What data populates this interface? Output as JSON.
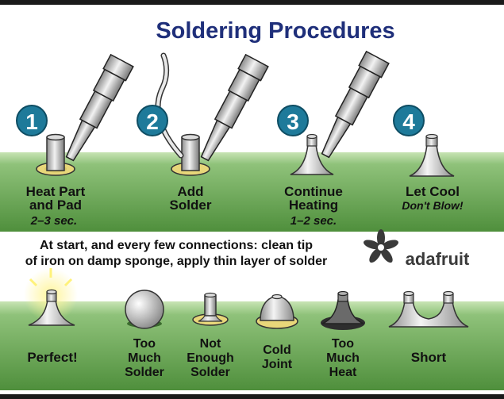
{
  "title": "Soldering Procedures",
  "steps": [
    {
      "number": "1",
      "label_lines": [
        "Heat Part",
        "and Pad"
      ],
      "detail": "2–3 sec."
    },
    {
      "number": "2",
      "label_lines": [
        "Add",
        "Solder"
      ],
      "detail": ""
    },
    {
      "number": "3",
      "label_lines": [
        "Continue",
        "Heating"
      ],
      "detail": "1–2 sec."
    },
    {
      "number": "4",
      "label_lines": [
        "Let Cool"
      ],
      "detail": "Don't Blow!"
    }
  ],
  "tip": {
    "line1": "At start, and every few connections: clean tip",
    "line2": "of iron on damp sponge, apply thin layer of solder"
  },
  "brand": {
    "name": "adafruit",
    "logo": "adafruit-star-logo"
  },
  "results": [
    {
      "label_lines": [
        "Perfect!"
      ]
    },
    {
      "label_lines": [
        "Too",
        "Much",
        "Solder"
      ]
    },
    {
      "label_lines": [
        "Not",
        "Enough",
        "Solder"
      ]
    },
    {
      "label_lines": [
        "Cold",
        "Joint"
      ]
    },
    {
      "label_lines": [
        "Too",
        "Much",
        "Heat"
      ]
    },
    {
      "label_lines": [
        "Short"
      ]
    }
  ],
  "colors": {
    "title": "#1f2f7a",
    "badge": "#1e7a9a",
    "board_top": "#b7d9a0",
    "board_bottom": "#5f9d4a",
    "text": "#111111"
  }
}
